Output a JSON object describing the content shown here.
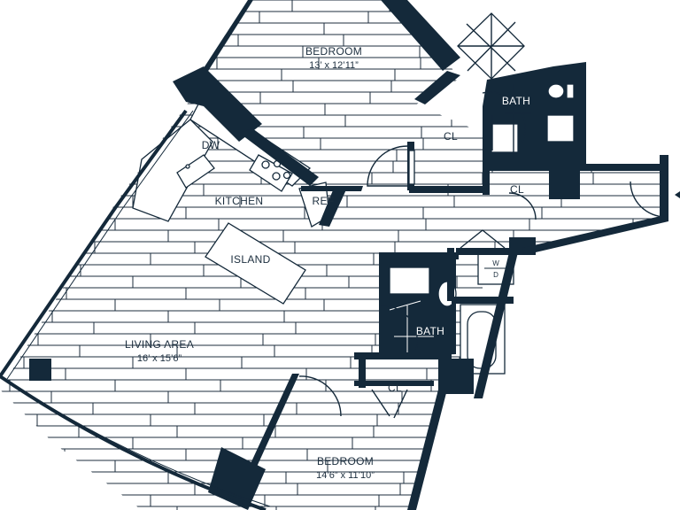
{
  "rooms": {
    "bedroom_top": {
      "name": "BEDROOM",
      "dimensions": "13’ x 12’11”"
    },
    "bath_top": {
      "name": "BATH"
    },
    "closet_top": {
      "name": "CL"
    },
    "closet_hall": {
      "name": "CL"
    },
    "kitchen": {
      "name": "KITCHEN"
    },
    "dishwasher": {
      "name": "DW"
    },
    "refrigerator": {
      "name": "REF"
    },
    "island": {
      "name": "ISLAND"
    },
    "washer_dryer": {
      "top": "W",
      "bottom": "D"
    },
    "bath_mid": {
      "name": "BATH"
    },
    "living_area": {
      "name": "LIVING AREA",
      "dimensions": "16’ x 15’6”"
    },
    "closet_bottom": {
      "name": "CL"
    },
    "bedroom_bottom": {
      "name": "BEDROOM",
      "dimensions": "14’6” x 11’10”"
    }
  },
  "colors": {
    "wall": "#14293a",
    "floor_lines": "#1c2e3e",
    "background": "#ffffff"
  }
}
